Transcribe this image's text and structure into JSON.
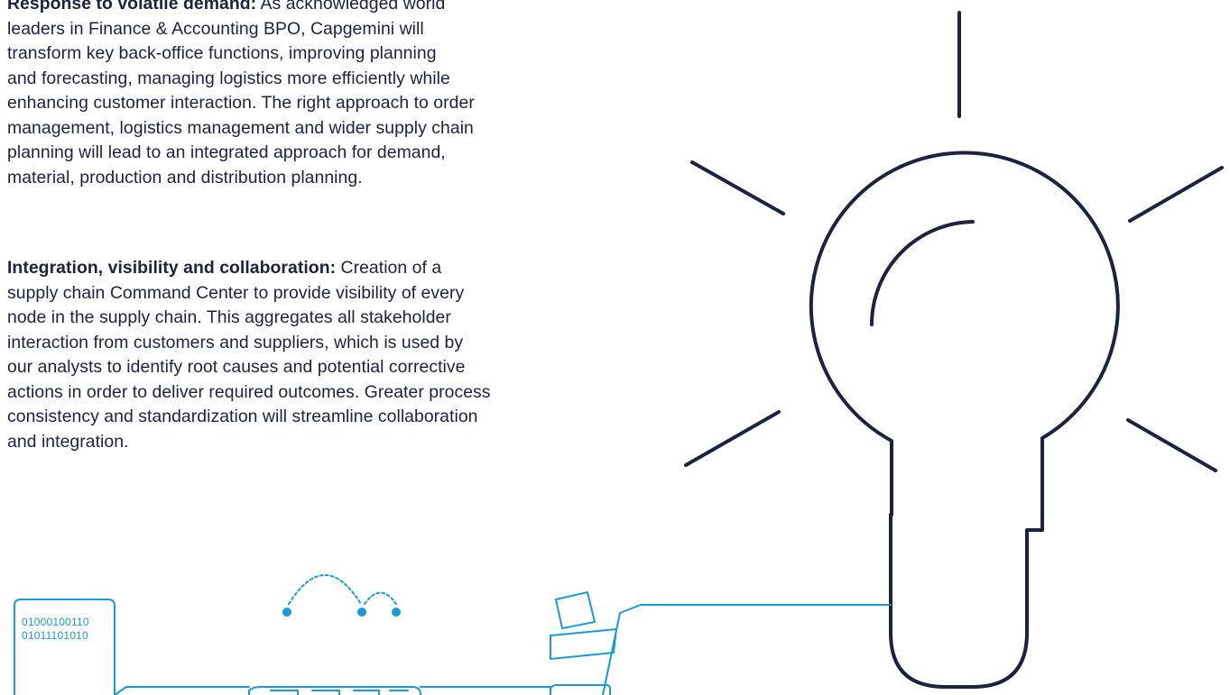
{
  "paragraphs": [
    {
      "label": "Response to volatile demand:",
      "lines": [
        " As acknowledged world",
        "leaders in Finance & Accounting BPO, Capgemini will",
        "transform key back-office functions, improving planning",
        "and forecasting, managing logistics more efficiently while",
        "enhancing customer interaction. The right approach to order",
        "management, logistics management and wider supply chain",
        "planning will lead to an integrated approach for demand,",
        "material, production and distribution planning."
      ]
    },
    {
      "label": "Integration, visibility and collaboration:",
      "lines": [
        " Creation of a",
        "supply chain Command Center to provide visibility of every",
        "node in the supply chain. This aggregates all stakeholder",
        "interaction from customers and suppliers, which is used by",
        "our analysts to identify root causes and potential corrective",
        "actions in order to deliver required outcomes. Greater process",
        "consistency and standardization will streamline collaboration",
        "and integration."
      ]
    }
  ],
  "illustration": {
    "binary_lines": [
      "01000100110",
      "01011101010"
    ],
    "colors": {
      "bulb": "#1b2340",
      "accent": "#1a9bd7"
    },
    "icons": [
      "lightbulb-icon",
      "binary-code-icon",
      "network-nodes-icon",
      "printer-icon"
    ]
  }
}
